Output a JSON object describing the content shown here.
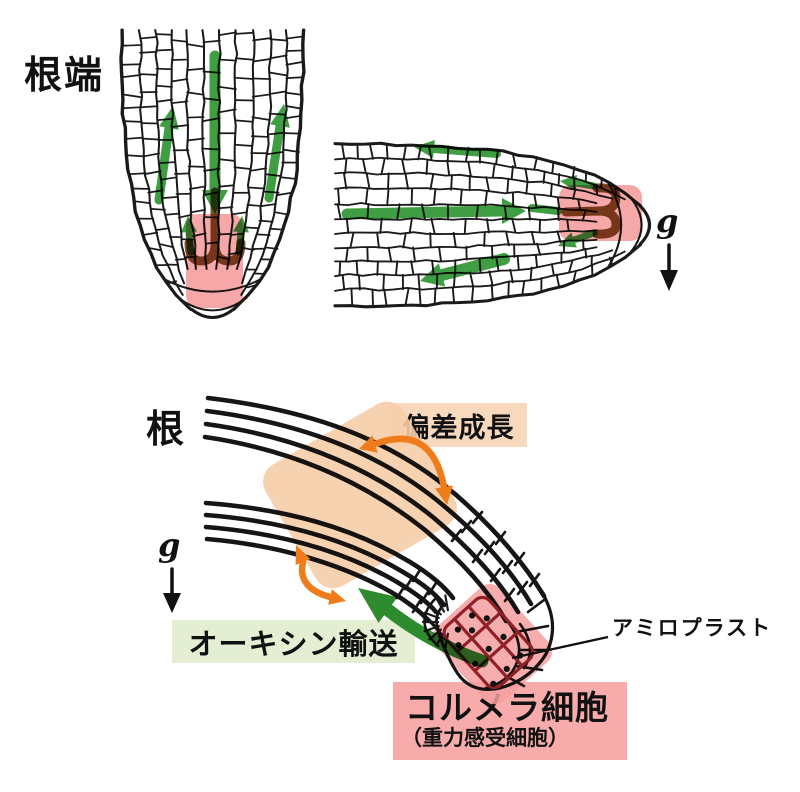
{
  "figure": {
    "top_section": {
      "title": "根端",
      "gravity_label": "g"
    },
    "bottom_section": {
      "title": "根",
      "gravity_label": "g",
      "differential_growth_label": "偏差成長",
      "auxin_transport_label": "オーキシン輸送",
      "amyloplast_label": "アミロプラスト",
      "columella_label_line1": "コルメラ細胞",
      "columella_label_line2": "（重力感受細胞）"
    }
  },
  "colors": {
    "auxin_arrow_green": "#3f9d42",
    "auxin_arrow_dark_green": "#2e8b2d",
    "columella_highlight_pink": "#f59f9f",
    "auxin_redistribution_brown": "#7b5226",
    "growth_arrow_orange": "#ef7c1b",
    "growth_zone_peach": "#f6cda9",
    "label_box_peach": "#f8d9bd",
    "label_box_green": "#e4eed2",
    "label_box_pink": "#f7abab",
    "columella_outline_red": "#8e2026",
    "ink_black": "#1a1a1a"
  }
}
